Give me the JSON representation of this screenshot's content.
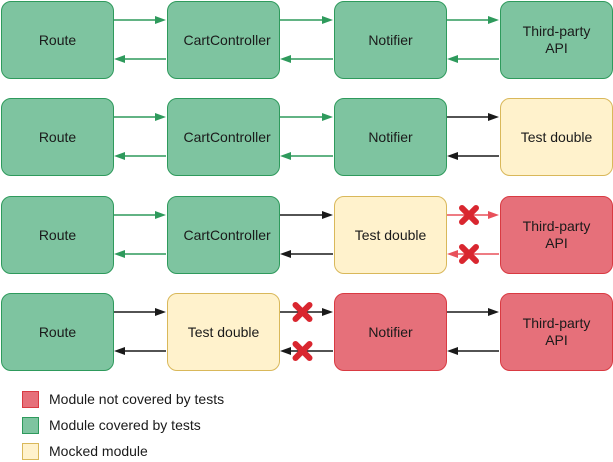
{
  "rows": [
    {
      "modules": [
        {
          "label": "Route",
          "status": "covered"
        },
        {
          "label": "CartController",
          "status": "covered"
        },
        {
          "label": "Notifier",
          "status": "covered"
        },
        {
          "label": "Third-party API",
          "status": "covered"
        }
      ],
      "links": [
        {
          "color": "green",
          "broken": false
        },
        {
          "color": "green",
          "broken": false
        },
        {
          "color": "green",
          "broken": false
        }
      ]
    },
    {
      "modules": [
        {
          "label": "Route",
          "status": "covered"
        },
        {
          "label": "CartController",
          "status": "covered"
        },
        {
          "label": "Notifier",
          "status": "covered"
        },
        {
          "label": "Test double",
          "status": "mocked"
        }
      ],
      "links": [
        {
          "color": "green",
          "broken": false
        },
        {
          "color": "green",
          "broken": false
        },
        {
          "color": "black",
          "broken": false
        }
      ]
    },
    {
      "modules": [
        {
          "label": "Route",
          "status": "covered"
        },
        {
          "label": "CartController",
          "status": "covered"
        },
        {
          "label": "Test double",
          "status": "mocked"
        },
        {
          "label": "Third-party API",
          "status": "uncovered"
        }
      ],
      "links": [
        {
          "color": "green",
          "broken": false
        },
        {
          "color": "black",
          "broken": false
        },
        {
          "color": "red",
          "broken": true
        }
      ]
    },
    {
      "modules": [
        {
          "label": "Route",
          "status": "covered"
        },
        {
          "label": "Test double",
          "status": "mocked"
        },
        {
          "label": "Notifier",
          "status": "uncovered"
        },
        {
          "label": "Third-party API",
          "status": "uncovered"
        }
      ],
      "links": [
        {
          "color": "black",
          "broken": false
        },
        {
          "color": "black",
          "broken": true
        },
        {
          "color": "black",
          "broken": false
        }
      ]
    }
  ],
  "legend": [
    {
      "label": "Module not covered by tests",
      "status": "uncovered"
    },
    {
      "label": "Module covered by tests",
      "status": "covered"
    },
    {
      "label": "Mocked module",
      "status": "mocked"
    }
  ],
  "colors": {
    "green": "#2e9a5c",
    "black": "#1a1a1a",
    "red": "#e8505a",
    "cross": "#d9262f"
  }
}
